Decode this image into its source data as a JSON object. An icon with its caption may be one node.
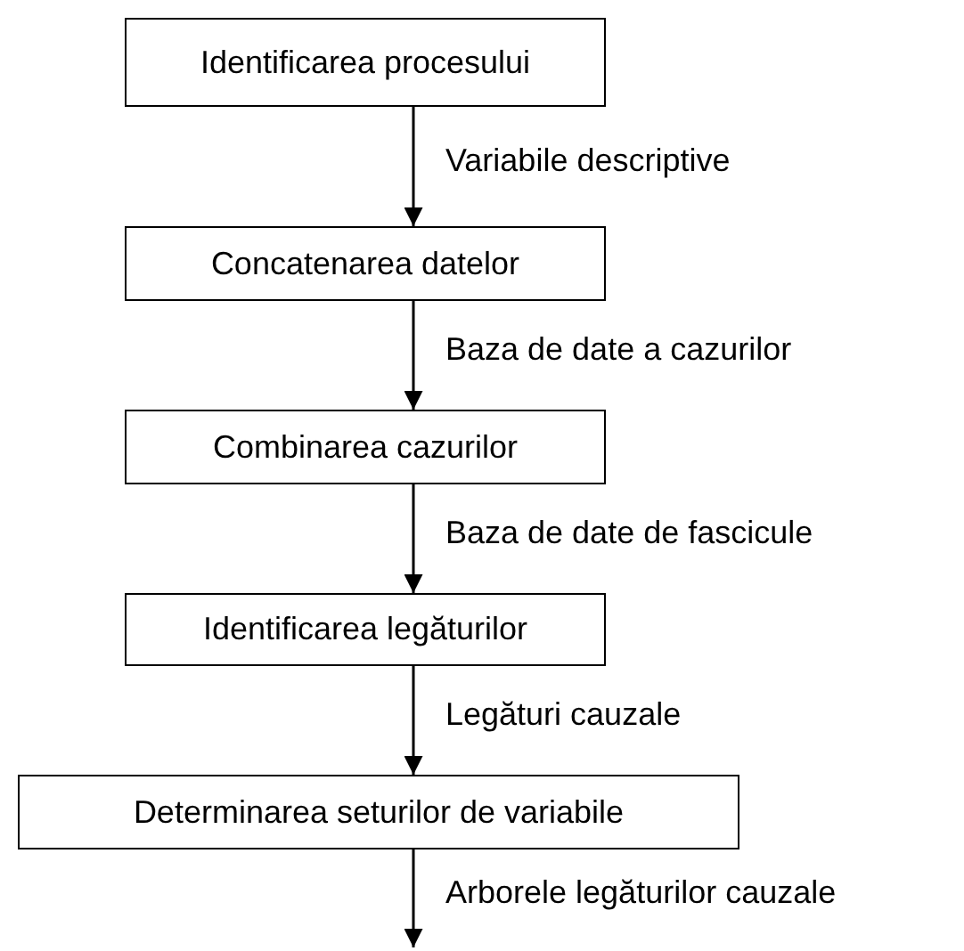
{
  "diagram": {
    "nodes": [
      {
        "text": [
          "Identificarea procesului"
        ]
      },
      {
        "text": [
          "Concatenarea datelor"
        ]
      },
      {
        "text": [
          "Combinarea cazurilor"
        ]
      },
      {
        "text": [
          "Identificarea legăturilor"
        ]
      },
      {
        "text": [
          "Determinarea seturilor de variabile"
        ]
      }
    ],
    "edges": [
      {
        "from": 0,
        "to": 1,
        "arrow": "to",
        "label": "Variabile descriptive"
      },
      {
        "from": 1,
        "to": 2,
        "arrow": "to",
        "label": "Baza de date a cazurilor"
      },
      {
        "from": 2,
        "to": 3,
        "arrow": "to",
        "label": "Baza de date de fascicule"
      },
      {
        "from": 3,
        "to": 4,
        "arrow": "to",
        "label": "Legături cauzale"
      },
      {
        "from": 4,
        "to": null,
        "arrow": "to",
        "label": "Arborele legăturilor cauzale"
      }
    ]
  }
}
